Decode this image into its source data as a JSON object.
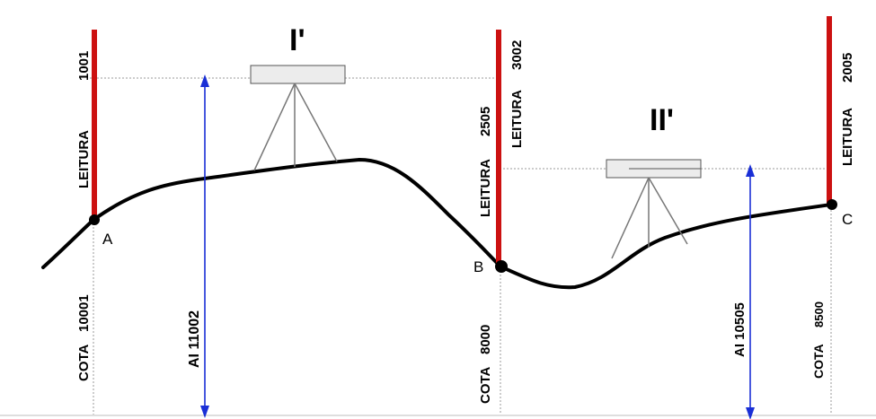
{
  "stations": [
    {
      "id": "I",
      "label": "I'"
    },
    {
      "id": "II",
      "label": "II'"
    }
  ],
  "points": [
    {
      "name": "A",
      "leitura_label": "LEITURA",
      "leitura_value": "1001",
      "cota_label": "COTA",
      "cota_value": "10001"
    },
    {
      "name": "B",
      "leitura_back_label": "LEITURA",
      "leitura_back_value": "2505",
      "leitura_fore_label": "LEITURA",
      "leitura_fore_value": "3002",
      "cota_label": "COTA",
      "cota_value": "8000"
    },
    {
      "name": "C",
      "leitura_label": "LEITURA",
      "leitura_value": "2005",
      "cota_label": "COTA",
      "cota_value": "8500"
    }
  ],
  "instrument_heights": [
    {
      "label": "AI 11002"
    },
    {
      "label": "AI 10505"
    }
  ],
  "colors": {
    "rod": "#cc1111",
    "arrow": "#1a2fd6",
    "terrain": "#000000",
    "dotted": "#9a9a9a"
  }
}
